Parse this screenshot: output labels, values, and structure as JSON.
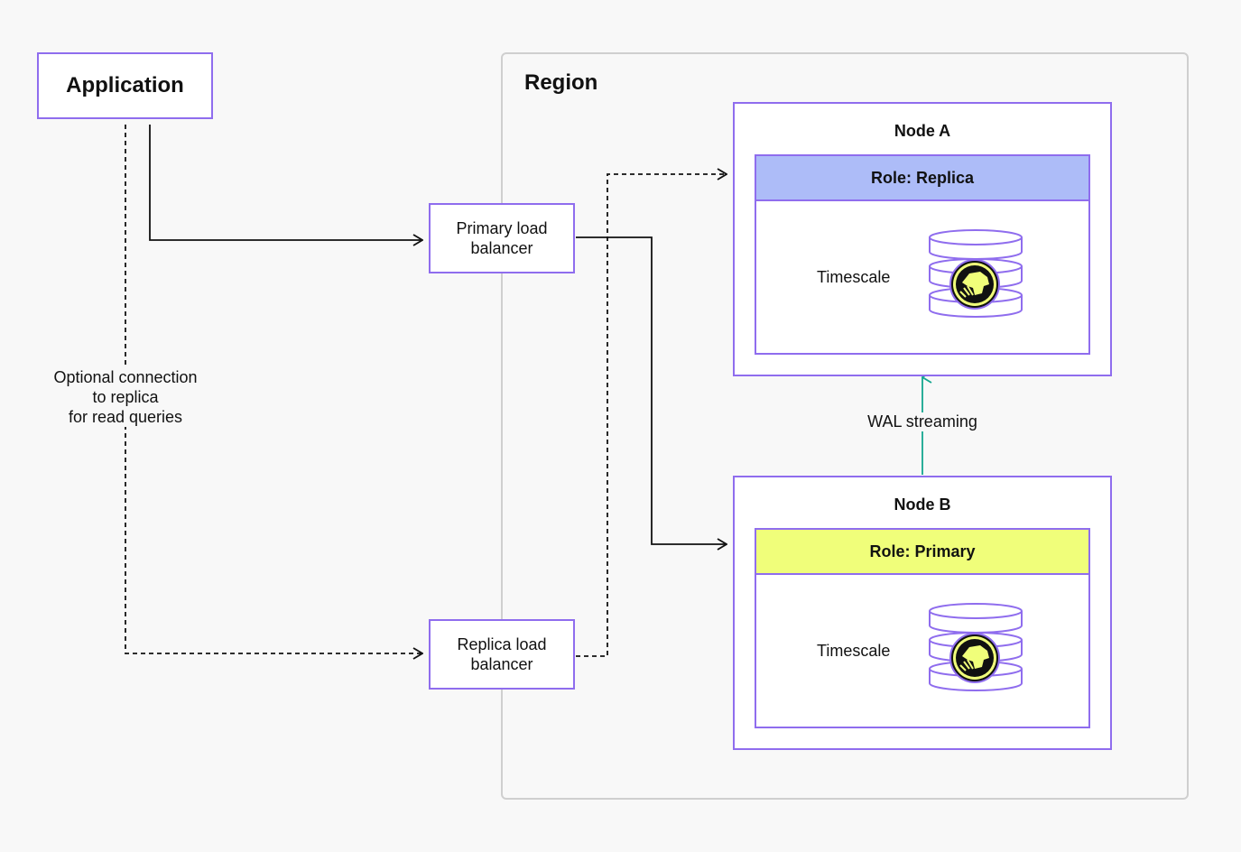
{
  "application": {
    "label": "Application"
  },
  "region": {
    "title": "Region"
  },
  "load_balancers": {
    "primary": "Primary load\nbalancer",
    "replica": "Replica load\nbalancer"
  },
  "nodes": {
    "a": {
      "title": "Node A",
      "role": "Role: Replica",
      "service": "Timescale"
    },
    "b": {
      "title": "Node B",
      "role": "Role: Primary",
      "service": "Timescale"
    }
  },
  "links": {
    "wal": "WAL streaming",
    "optional": "Optional connection\nto replica\nfor read queries"
  },
  "colors": {
    "border_purple": "#8f6dee",
    "role_replica": "#adbcf8",
    "role_primary": "#f0fe7a",
    "wal_arrow": "#14a68f",
    "logo_yellow": "#f0fe7a"
  },
  "icons": [
    "database-icon",
    "timescale-logo-icon",
    "arrow-right-icon",
    "arrow-up-icon"
  ]
}
